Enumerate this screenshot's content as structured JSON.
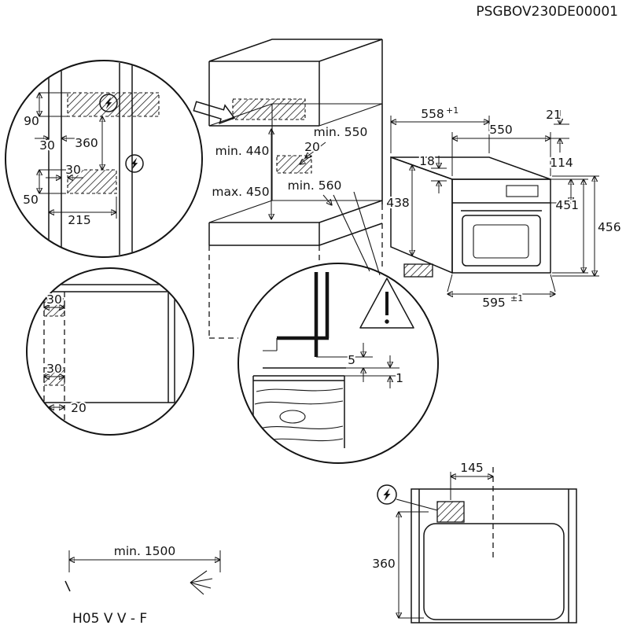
{
  "doc_id": "PSGBOV230DE00001",
  "colors": {
    "line": "#141414",
    "hatch": "#6b6b6b",
    "background": "#ffffff"
  },
  "icons": {
    "electrical": "lightning-icon",
    "warning": "warning-exclamation-icon"
  },
  "electric_detail": {
    "d90": "90",
    "d30a": "30",
    "d360": "360",
    "d30b": "30",
    "d50": "50",
    "d215": "215"
  },
  "niche": {
    "min550": "min. 550",
    "d20": "20",
    "min440": "min. 440",
    "max450": "max. 450",
    "min560": "min. 560"
  },
  "oven": {
    "w558": "558",
    "w558_tol": "+1",
    "w550": "550",
    "d21": "21",
    "d18": "18",
    "d114": "114",
    "h438": "438",
    "h451": "451",
    "h456": "456",
    "w595": "595",
    "w595_tol": "±1"
  },
  "front_detail": {
    "d30a": "30",
    "d30b": "30",
    "d20": "20"
  },
  "gap_detail": {
    "d5": "5",
    "d1": "1"
  },
  "top_view": {
    "d145": "145",
    "d360": "360"
  },
  "cable": {
    "min1500": "min. 1500",
    "type": "H05 V V - F"
  }
}
